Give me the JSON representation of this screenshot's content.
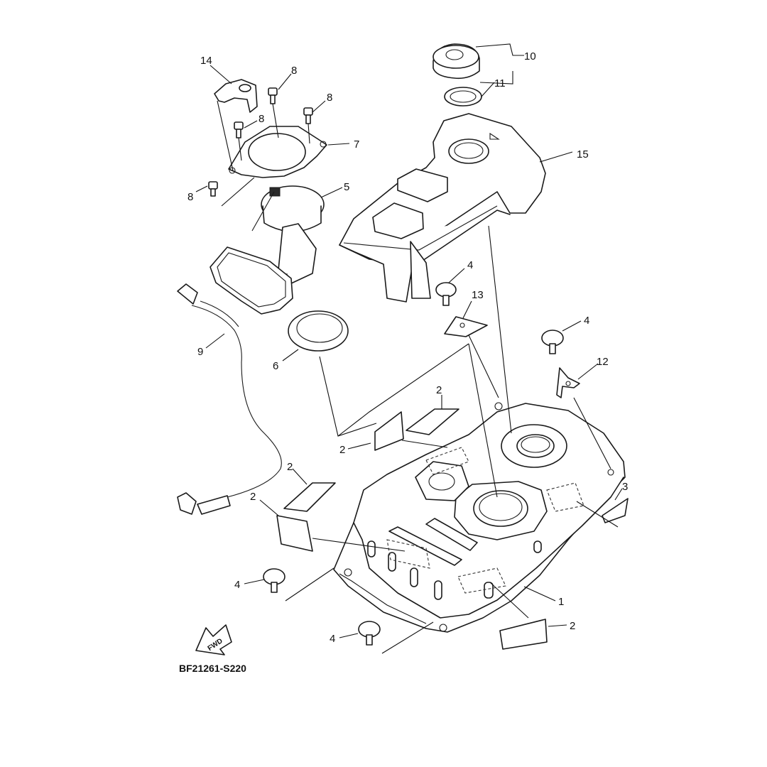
{
  "diagram_code": "BF21261-S220",
  "fwd_arrow_label": "FWD",
  "callouts": {
    "c1": "1",
    "c2a": "2",
    "c2b": "2",
    "c2c": "2",
    "c2d": "2",
    "c2e": "2",
    "c3": "3",
    "c4a": "4",
    "c4b": "4",
    "c4c": "4",
    "c4d": "4",
    "c5": "5",
    "c6": "6",
    "c7": "7",
    "c8a": "8",
    "c8b": "8",
    "c8c": "8",
    "c8d": "8",
    "c9": "9",
    "c10": "10",
    "c11": "11",
    "c12": "12",
    "c13": "13",
    "c14": "14",
    "c15": "15"
  }
}
